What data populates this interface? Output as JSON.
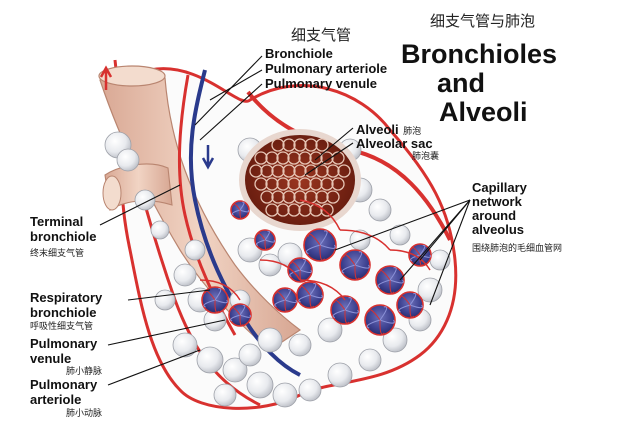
{
  "title": {
    "zh": "细支气管与肺泡",
    "line1": "Bronchioles",
    "line2": "and",
    "line3": "Alveoli"
  },
  "top_labels": {
    "zh": "细支气管",
    "bronchiole": "Bronchiole",
    "pulmonary_arteriole": "Pulmonary arteriole",
    "pulmonary_venule": "Pulmonary venule"
  },
  "alveoli": {
    "en": "Alveoli",
    "zh": "肺泡"
  },
  "alveolar_sac": {
    "en": "Alveolar sac",
    "zh": "肺泡囊"
  },
  "capillary": {
    "line1": "Capillary",
    "line2": "network",
    "line3": "around",
    "line4": "alveolus",
    "zh": "围绕肺泡的毛细血管网"
  },
  "terminal_bronchiole": {
    "line1": "Terminal",
    "line2": "bronchiole",
    "zh": "终末细支气管"
  },
  "respiratory_bronchiole": {
    "line1": "Respiratory",
    "line2": "bronchiole",
    "zh": "呼吸性细支气管"
  },
  "pulmonary_venule_left": {
    "line1": "Pulmonary",
    "line2": "venule",
    "zh": "肺小静脉"
  },
  "pulmonary_arteriole_left": {
    "line1": "Pulmonary",
    "line2": "arteriole",
    "zh": "肺小动脉"
  },
  "colors": {
    "artery": "#d8312f",
    "vein": "#2a3a8c",
    "airway": "#eac3b0",
    "alveolus": "#eef0f2",
    "sac_interior": "#7a2215"
  }
}
